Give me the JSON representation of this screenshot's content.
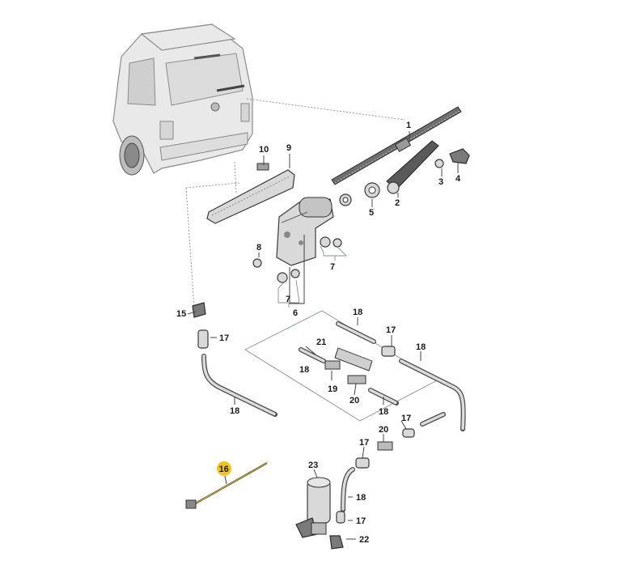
{
  "parts": [
    {
      "id": "p1",
      "number": "1"
    },
    {
      "id": "p2",
      "number": "2"
    },
    {
      "id": "p3",
      "number": "3"
    },
    {
      "id": "p4",
      "number": "4"
    },
    {
      "id": "p5",
      "number": "5"
    },
    {
      "id": "p6",
      "number": "6"
    },
    {
      "id": "p7a",
      "number": "7"
    },
    {
      "id": "p7b",
      "number": "7"
    },
    {
      "id": "p8",
      "number": "8"
    },
    {
      "id": "p9",
      "number": "9"
    },
    {
      "id": "p10",
      "number": "10"
    },
    {
      "id": "p15",
      "number": "15"
    },
    {
      "id": "p16",
      "number": "16",
      "highlighted": true
    },
    {
      "id": "p17a",
      "number": "17"
    },
    {
      "id": "p17b",
      "number": "17"
    },
    {
      "id": "p17c",
      "number": "17"
    },
    {
      "id": "p17d",
      "number": "17"
    },
    {
      "id": "p17e",
      "number": "17"
    },
    {
      "id": "p18a",
      "number": "18"
    },
    {
      "id": "p18b",
      "number": "18"
    },
    {
      "id": "p18c",
      "number": "18"
    },
    {
      "id": "p18d",
      "number": "18"
    },
    {
      "id": "p18e",
      "number": "18"
    },
    {
      "id": "p18f",
      "number": "18"
    },
    {
      "id": "p19",
      "number": "19"
    },
    {
      "id": "p20a",
      "number": "20"
    },
    {
      "id": "p20b",
      "number": "20"
    },
    {
      "id": "p21",
      "number": "21"
    },
    {
      "id": "p22",
      "number": "22"
    },
    {
      "id": "p23",
      "number": "23"
    }
  ],
  "colors": {
    "highlight": "#f2c31b",
    "line": "#333333",
    "bracket": "#8a8fa0"
  }
}
